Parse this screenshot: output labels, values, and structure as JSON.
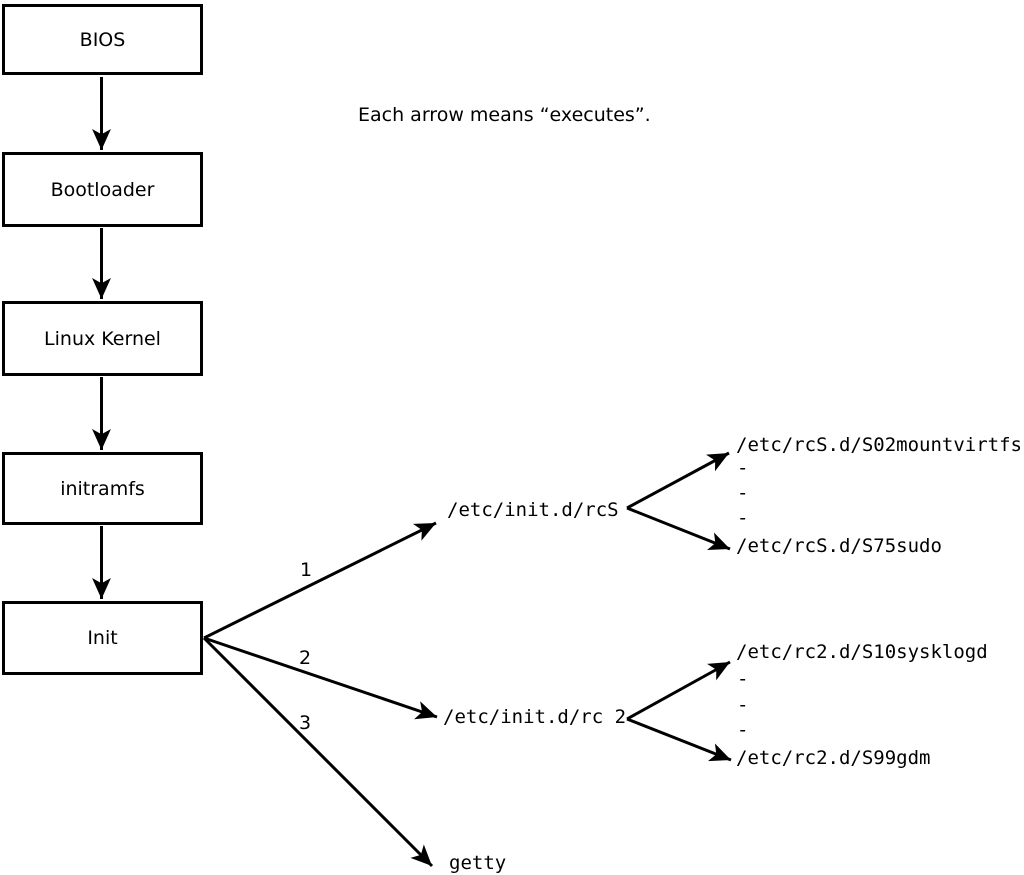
{
  "diagram": {
    "caption": "Each arrow means “executes”.",
    "flow_boxes": [
      {
        "label": "BIOS"
      },
      {
        "label": "Bootloader"
      },
      {
        "label": "Linux Kernel"
      },
      {
        "label": "initramfs"
      },
      {
        "label": "Init"
      }
    ],
    "init_branches": [
      {
        "order": "1",
        "target": "/etc/init.d/rcS",
        "children": {
          "first": "/etc/rcS.d/S02mountvirtfs",
          "ellipsis": [
            "-",
            "-",
            "-"
          ],
          "last": "/etc/rcS.d/S75sudo"
        }
      },
      {
        "order": "2",
        "target": "/etc/init.d/rc 2",
        "children": {
          "first": "/etc/rc2.d/S10sysklogd",
          "ellipsis": [
            "-",
            "-",
            "-"
          ],
          "last": "/etc/rc2.d/S99gdm"
        }
      },
      {
        "order": "3",
        "target": "getty"
      }
    ],
    "colors": {
      "line": "#000000",
      "box_fill": "#ffffff",
      "box_border": "#000000",
      "text": "#000000",
      "background": "#ffffff"
    }
  }
}
